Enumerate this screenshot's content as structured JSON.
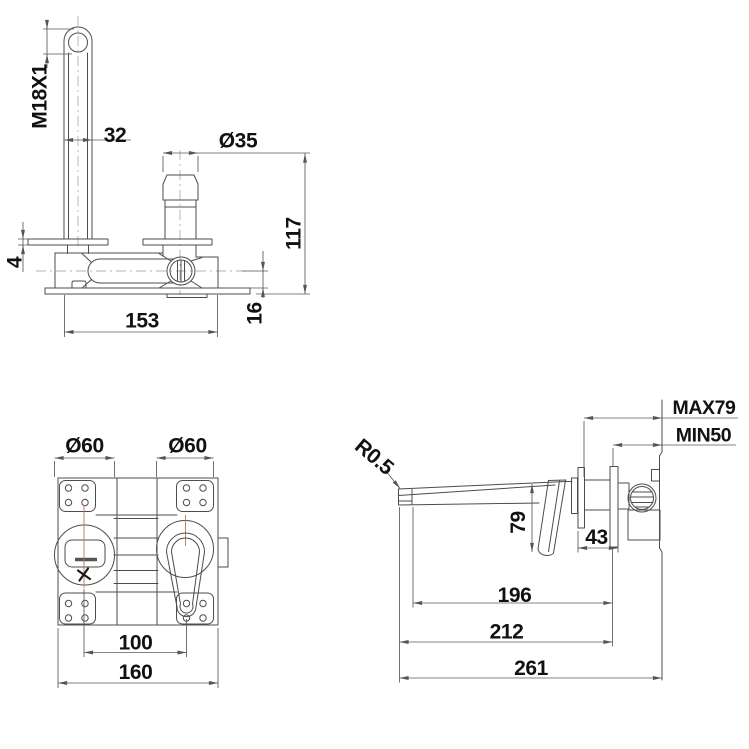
{
  "colors": {
    "background": "#ffffff",
    "line": "#4d4d4d",
    "dimension_line": "#5a5a5a",
    "text": "#111111",
    "centerline_red": "#c07060"
  },
  "view_side_section": {
    "thread": "M18X1",
    "riser_width": "32",
    "cartridge_diameter": "Ø35",
    "height": "117",
    "flange_thickness": "4",
    "body_length": "153",
    "base_offset": "16"
  },
  "view_front": {
    "escutcheon_left": "Ø60",
    "escutcheon_right": "Ø60",
    "hole_spacing": "100",
    "overall_width": "160"
  },
  "view_installed": {
    "max_wall_depth": "MAX79",
    "min_wall_depth": "MIN50",
    "tip_radius": "R0.5",
    "handle_drop": "79",
    "trim_depth": "43",
    "reach_inner": "196",
    "reach_mid": "212",
    "reach_overall": "261"
  }
}
